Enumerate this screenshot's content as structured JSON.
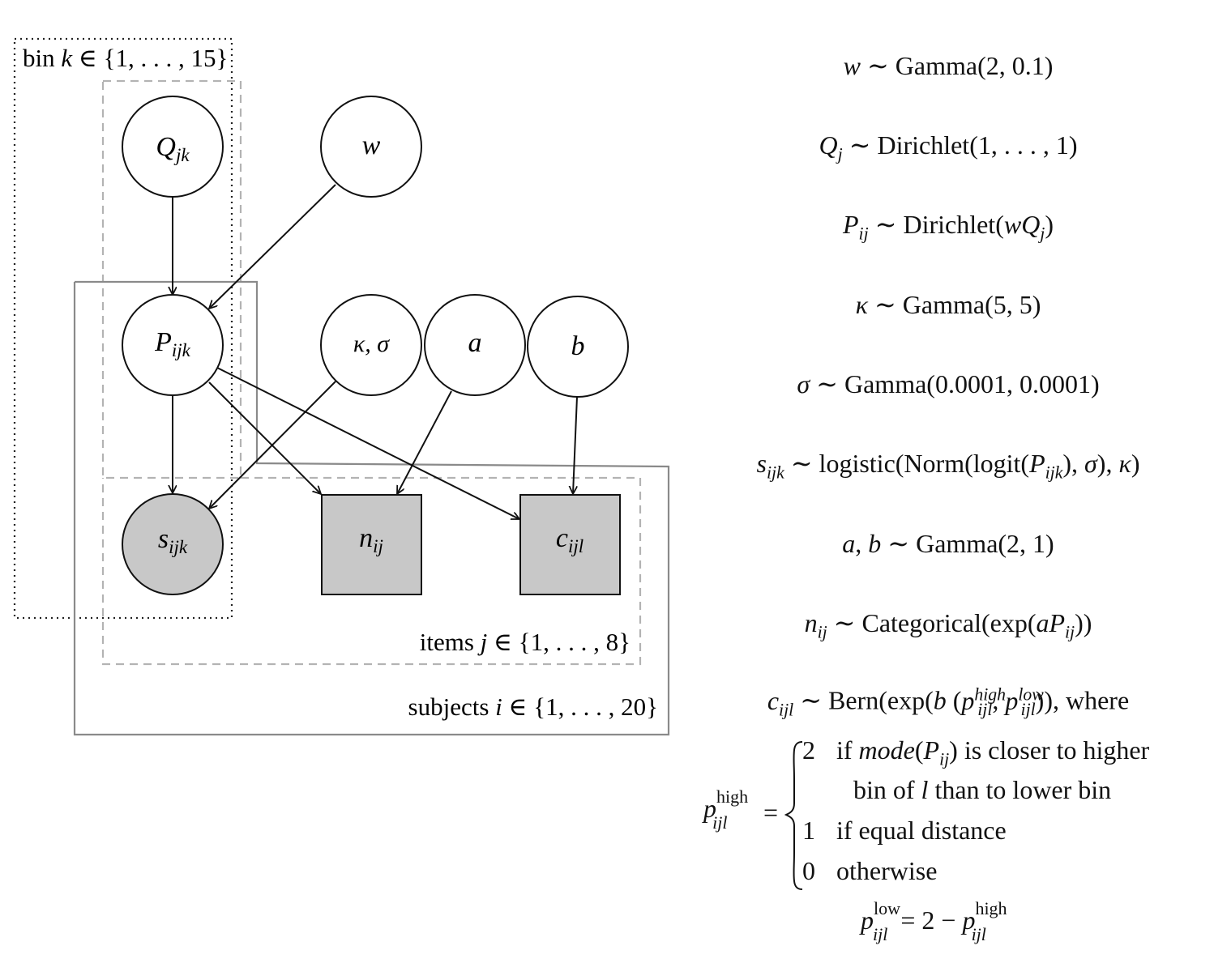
{
  "plates": {
    "k": {
      "prefix": "bin ",
      "var": "k",
      "set": " ∈ {1, . . . , 15}"
    },
    "j": {
      "prefix": "items ",
      "var": "j",
      "set": " ∈ {1, . . . , 8}"
    },
    "i": {
      "prefix": "subjects ",
      "var": "i",
      "set": " ∈ {1, . . . , 20}"
    }
  },
  "nodes": {
    "Q": {
      "base": "Q",
      "sub": "jk",
      "observed": false
    },
    "w": {
      "base": "w",
      "sub": "",
      "observed": false
    },
    "P": {
      "base": "P",
      "sub": "ijk",
      "observed": false
    },
    "ks": {
      "base": "κ, σ",
      "sub": "",
      "observed": false
    },
    "a": {
      "base": "a",
      "sub": "",
      "observed": false
    },
    "b": {
      "base": "b",
      "sub": "",
      "observed": false
    },
    "s": {
      "base": "s",
      "sub": "ijk",
      "observed": true
    },
    "n": {
      "base": "n",
      "sub": "ij",
      "observed": true
    },
    "c": {
      "base": "c",
      "sub": "ijl",
      "observed": true
    }
  },
  "edges": [
    {
      "from": "Q",
      "to": "P"
    },
    {
      "from": "w",
      "to": "P"
    },
    {
      "from": "P",
      "to": "s"
    },
    {
      "from": "P",
      "to": "n"
    },
    {
      "from": "P",
      "to": "c"
    },
    {
      "from": "ks",
      "to": "s"
    },
    {
      "from": "a",
      "to": "n"
    },
    {
      "from": "b",
      "to": "c"
    }
  ],
  "equations": {
    "w": {
      "dist": "Gamma(2, 0.1)"
    },
    "Q": {
      "dist": "Dirichlet(1, . . . , 1)"
    },
    "P": {
      "dist": "Dirichlet("
    },
    "kappa": {
      "dist": "Gamma(5, 5)"
    },
    "sigma": {
      "dist": "Gamma(0.0001, 0.0001)"
    },
    "s": {
      "dist_a": "logistic(Norm(logit(",
      "dist_b": "), ",
      "dist_c": "), "
    },
    "ab": {
      "dist": "Gamma(2, 1)"
    },
    "n": {
      "dist_a": "Categorical(exp(",
      "dist_b": "))"
    },
    "c": {
      "dist_a": "Bern(exp(",
      "dist_b": " (",
      "dist_c": ", ",
      "dist_d": ")), where"
    },
    "cases": {
      "high_sup": "high",
      "low_sup": "low",
      "v2": "2",
      "t2a": "if ",
      "t2mode": "mode",
      "t2b": " is closer to higher",
      "t2c_a": "bin of ",
      "t2c_b": " than to lower bin",
      "v1": "1",
      "t1": "if equal distance",
      "v0": "0",
      "t0": "otherwise",
      "low_rhs": "= 2 − "
    }
  }
}
